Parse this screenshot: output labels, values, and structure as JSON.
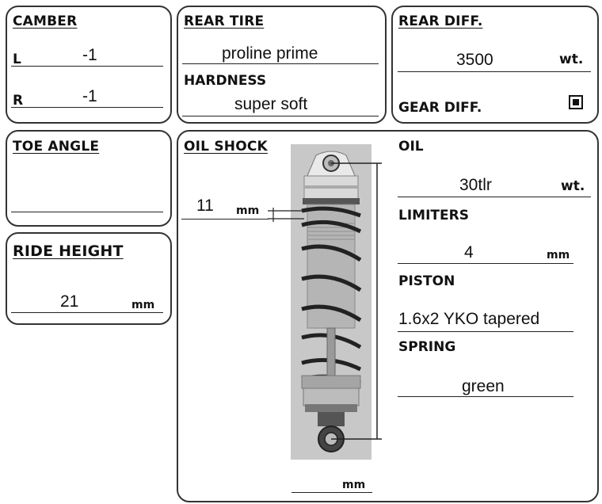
{
  "camber": {
    "title": "CAMBER",
    "l_label": "L",
    "l_value": "-1",
    "r_label": "R",
    "r_value": "-1"
  },
  "rear_tire": {
    "title": "REAR TIRE",
    "value": "proline prime",
    "hardness_label": "HARDNESS",
    "hardness_value": "super soft"
  },
  "rear_diff": {
    "title": "REAR DIFF.",
    "value": "3500",
    "unit": "wt.",
    "gear_diff_label": "GEAR DIFF.",
    "gear_diff_checked": true
  },
  "toe_angle": {
    "title": "TOE ANGLE",
    "value": ""
  },
  "ride_height": {
    "title": "RIDE HEIGHT",
    "value": "21",
    "unit": "mm"
  },
  "oil_shock": {
    "title": "OIL SHOCK",
    "stroke_value": "11",
    "stroke_unit": "mm",
    "length_value": "",
    "length_unit": "mm",
    "oil_label": "OIL",
    "oil_value": "30tlr",
    "oil_unit": "wt.",
    "limiters_label": "LIMITERS",
    "limiters_value": "4",
    "limiters_unit": "mm",
    "piston_label": "PISTON",
    "piston_value": "1.6x2 YKO tapered",
    "spring_label": "SPRING",
    "spring_value": "green"
  }
}
